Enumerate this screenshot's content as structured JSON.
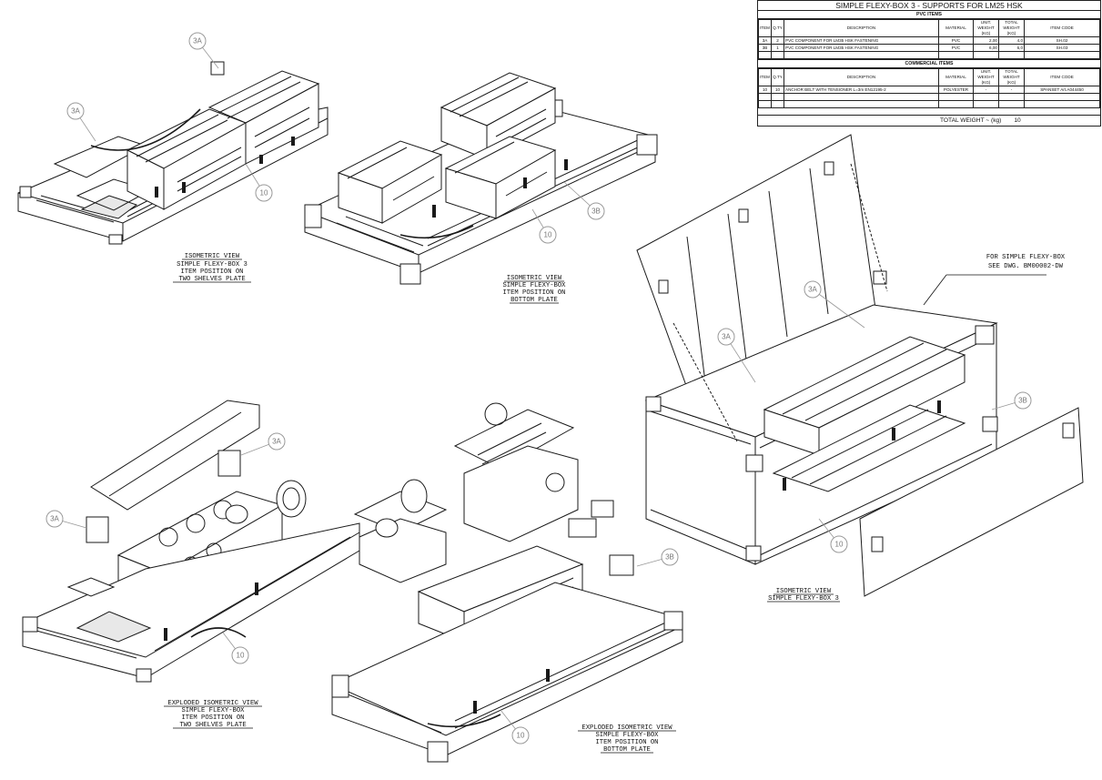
{
  "title_block": {
    "title": "SIMPLE FLEXY-BOX 3  -  SUPPORTS FOR LM25 HSK",
    "pvc_section": "PVC ITEMS",
    "commercial_section": "COMMERCIAL ITEMS",
    "headers": {
      "item": "ITEM",
      "qty": "Q.TY",
      "description": "DESCRIPTION",
      "material": "MATERIAL",
      "unit_weight": "UNIT. WEIGHT (KG)",
      "total_weight": "TOTAL WEIGHT (KG)",
      "item_code": "ITEM CODE"
    },
    "pvc_rows": [
      {
        "item": "3A",
        "qty": "2",
        "description": "PVC COMPONENT FOR LM35 HSK FASTENING",
        "material": "PVC",
        "unit_weight": "2,00",
        "total_weight": "4,0",
        "item_code": "SH.02"
      },
      {
        "item": "3B",
        "qty": "1",
        "description": "PVC COMPONENT FOR LM35 HSK FASTENING",
        "material": "PVC",
        "unit_weight": "6,00",
        "total_weight": "6,0",
        "item_code": "SH.03"
      }
    ],
    "commercial_rows": [
      {
        "item": "10",
        "qty": "10",
        "description": "ANCHOR BELT WITH TENSIONER L=3m EN12195-2",
        "material": "POLYESTER",
        "unit_weight": "-",
        "total_weight": "-",
        "item_code": "SPANSET Art.A044450"
      }
    ],
    "total_label": "TOTAL WEIGHT ~ (kg)",
    "total_value": "10"
  },
  "balloons": {
    "b1": "3A",
    "b2": "3A",
    "b3": "10",
    "b4": "3B",
    "b5": "10",
    "b6": "3A",
    "b7": "3A",
    "b8": "3B",
    "b9": "10",
    "b10": "3A",
    "b11": "3A",
    "b12": "10",
    "b13": "3B",
    "b14": "10"
  },
  "note": {
    "line1": "FOR SIMPLE FLEXY-BOX",
    "line2": "SEE DWG. BM00002-DW"
  },
  "captions": {
    "view1": [
      "ISOMETRIC VIEW",
      "SIMPLE FLEXY-BOX 3",
      "ITEM POSITION ON",
      "TWO SHELVES PLATE"
    ],
    "view2": [
      "ISOMETRIC VIEW",
      "SIMPLE FLEXY-BOX",
      "ITEM POSITION ON",
      "BOTTOM PLATE"
    ],
    "view3": [
      "ISOMETRIC VIEW",
      "SIMPLE FLEXY-BOX 3"
    ],
    "view4": [
      "EXPLODED ISOMETRIC VIEW",
      "SIMPLE FLEXY-BOX",
      "ITEM POSITION ON",
      "TWO SHELVES PLATE"
    ],
    "view5": [
      "EXPLODED ISOMETRIC VIEW",
      "SIMPLE FLEXY-BOX",
      "ITEM POSITION ON",
      "BOTTOM PLATE"
    ]
  }
}
